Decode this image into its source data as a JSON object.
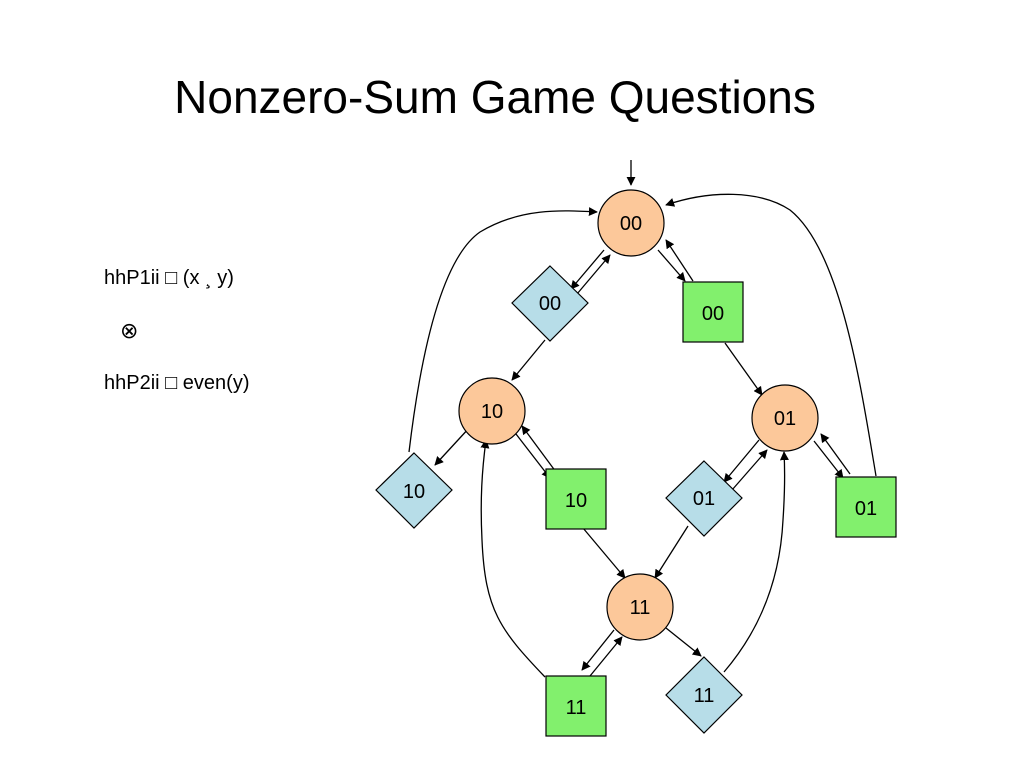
{
  "title": "Nonzero-Sum Game Questions",
  "formulas": {
    "line1": "hhP1ii □ (x ¸ y)",
    "operator": "⊗",
    "line2": "hhP2ii □ even(y)"
  },
  "colors": {
    "circle_fill": "#fcc89a",
    "diamond_fill": "#b7dde8",
    "square_fill": "#82f06d",
    "stroke": "#000000"
  },
  "nodes": [
    {
      "id": "c00",
      "shape": "circle",
      "label": "00"
    },
    {
      "id": "c10",
      "shape": "circle",
      "label": "10"
    },
    {
      "id": "c01",
      "shape": "circle",
      "label": "01"
    },
    {
      "id": "c11",
      "shape": "circle",
      "label": "11"
    },
    {
      "id": "d00",
      "shape": "diamond",
      "label": "00"
    },
    {
      "id": "d10",
      "shape": "diamond",
      "label": "10"
    },
    {
      "id": "d01",
      "shape": "diamond",
      "label": "01"
    },
    {
      "id": "d11",
      "shape": "diamond",
      "label": "11"
    },
    {
      "id": "s00",
      "shape": "square",
      "label": "00"
    },
    {
      "id": "s10",
      "shape": "square",
      "label": "10"
    },
    {
      "id": "s01",
      "shape": "square",
      "label": "01"
    },
    {
      "id": "s11",
      "shape": "square",
      "label": "11"
    }
  ]
}
